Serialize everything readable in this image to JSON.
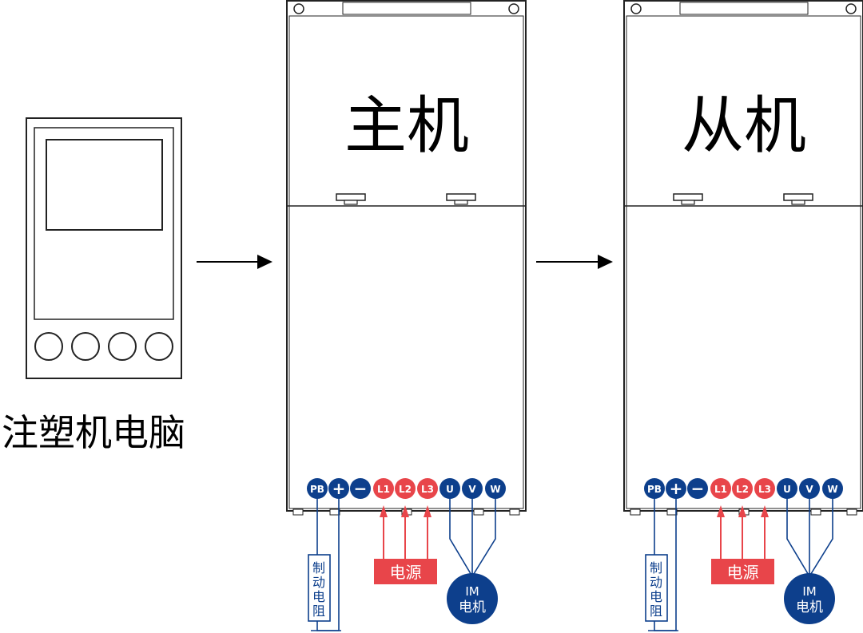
{
  "controller": {
    "label": "注塑机电脑"
  },
  "master": {
    "label": "主机"
  },
  "slave": {
    "label": "从机"
  },
  "terminals": [
    "PB",
    "+",
    "−",
    "L1",
    "L2",
    "L3",
    "U",
    "V",
    "W"
  ],
  "brake_resistor": {
    "chars": [
      "制",
      "动",
      "电",
      "阻"
    ]
  },
  "power_supply": {
    "label": "电源"
  },
  "motor": {
    "line1": "IM",
    "line2": "电机"
  },
  "colors": {
    "blue": "#0d3f8c",
    "red": "#e8454a",
    "outline": "#222222"
  }
}
